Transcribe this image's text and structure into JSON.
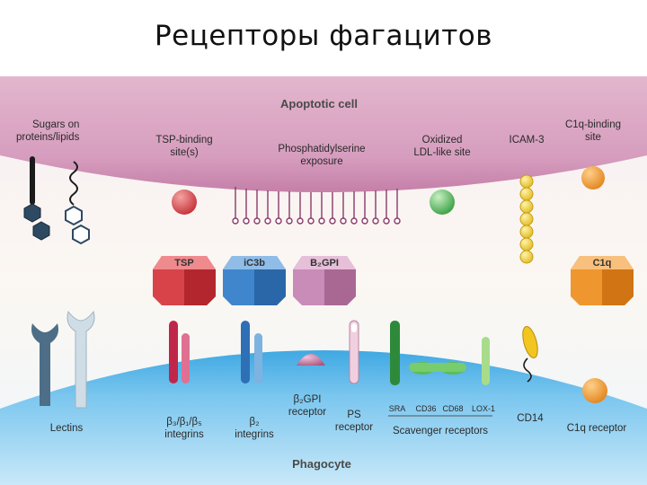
{
  "slide": {
    "title": "Рецепторы фагацитов"
  },
  "diagram": {
    "top_cell": "Apoptotic cell",
    "bottom_cell": "Phagocyte",
    "top_labels": {
      "sugars_1": "Sugars on",
      "sugars_2": "proteins/lipids",
      "tsp_site_1": "TSP-binding",
      "tsp_site_2": "site(s)",
      "ps_1": "Phosphatidylserine",
      "ps_2": "exposure",
      "oxldl_1": "Oxidized",
      "oxldl_2": "LDL-like site",
      "icam": "ICAM-3",
      "c1q_site_1": "C1q-binding",
      "c1q_site_2": "site"
    },
    "bridges": {
      "tsp": "TSP",
      "ic3b": "iC3b",
      "b2gpi": "B₂GPI",
      "c1q": "C1q"
    },
    "bottom_labels": {
      "lectins": "Lectins",
      "b3_1": "β₃/β₁/β₅",
      "b3_2": "integrins",
      "b2_1": "β₂",
      "b2_2": "integrins",
      "b2gpi_r_1": "β₂GPI",
      "b2gpi_r_2": "receptor",
      "ps_r_1": "PS",
      "ps_r_2": "receptor",
      "sra": "SRA",
      "cd36": "CD36",
      "cd68": "CD68",
      "lox1": "LOX-1",
      "scavenger": "Scavenger receptors",
      "cd14": "CD14",
      "c1q_r": "C1q receptor"
    },
    "colors": {
      "apoptotic_cell": "#c98fb2",
      "phagocyte": "#58b6e6",
      "tsp": "#d8434a",
      "ic3b": "#3f86cc",
      "b2gpi": "#c98bb8",
      "c1q": "#f0962e",
      "scavenger": "#4caa52",
      "lectin": "#4d6e86",
      "icam": "#f2d22b"
    }
  }
}
